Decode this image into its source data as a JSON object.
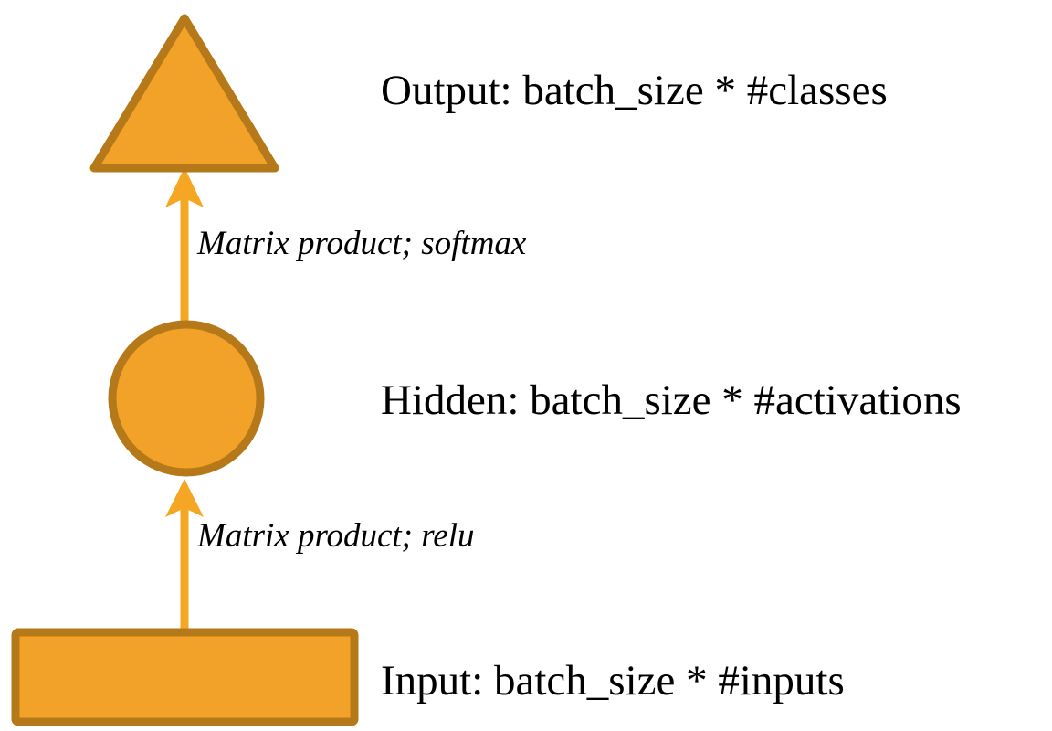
{
  "diagram": {
    "title": "Neural network layer diagram",
    "background_color": "#ffffff",
    "shape_fill": "#F2A229",
    "shape_stroke": "#B5791A",
    "arrow_color": "#F5A623",
    "text_color": "#000000",
    "nodes": [
      {
        "id": "output",
        "shape": "triangle",
        "label": "Output: batch_size * #classes",
        "fill": "#F2A229",
        "stroke": "#B5791A"
      },
      {
        "id": "hidden",
        "shape": "circle",
        "label": "Hidden: batch_size * #activations",
        "fill": "#F2A229",
        "stroke": "#B5791A"
      },
      {
        "id": "input",
        "shape": "rectangle",
        "label": "Input: batch_size * #inputs",
        "fill": "#F2A229",
        "stroke": "#B5791A"
      }
    ],
    "edges": [
      {
        "id": "hidden-to-output",
        "from": "hidden",
        "to": "output",
        "label": "Matrix product; softmax",
        "color": "#F5A623",
        "direction": "up"
      },
      {
        "id": "input-to-hidden",
        "from": "input",
        "to": "hidden",
        "label": "Matrix product; relu",
        "color": "#F5A623",
        "direction": "up"
      }
    ]
  }
}
